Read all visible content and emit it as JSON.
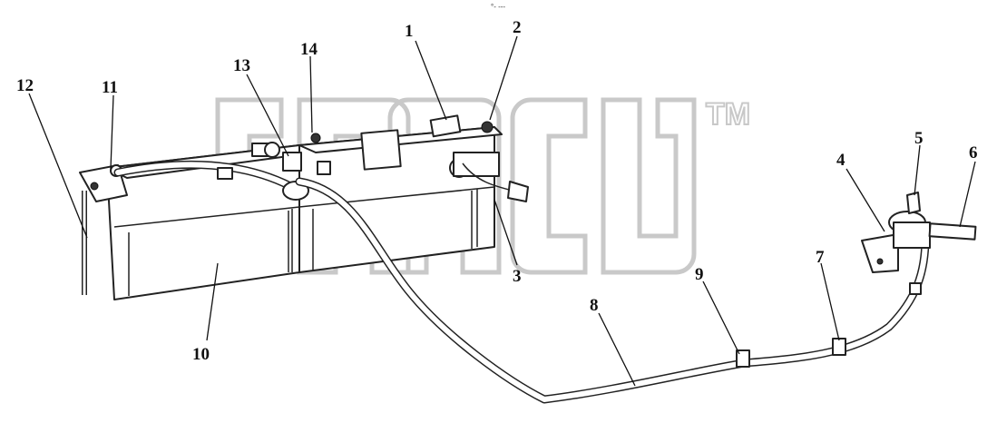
{
  "header": {
    "corner_text": "°- ---"
  },
  "watermark": {
    "trademark": "TM"
  },
  "callouts": [
    {
      "id": "1",
      "label": "1"
    },
    {
      "id": "2",
      "label": "2"
    },
    {
      "id": "3",
      "label": "3"
    },
    {
      "id": "4",
      "label": "4"
    },
    {
      "id": "5",
      "label": "5"
    },
    {
      "id": "6",
      "label": "6"
    },
    {
      "id": "7",
      "label": "7"
    },
    {
      "id": "8",
      "label": "8"
    },
    {
      "id": "9",
      "label": "9"
    },
    {
      "id": "10",
      "label": "10"
    },
    {
      "id": "11",
      "label": "11"
    },
    {
      "id": "12",
      "label": "12"
    },
    {
      "id": "13",
      "label": "13"
    },
    {
      "id": "14",
      "label": "14"
    }
  ],
  "colors": {
    "line": "#222222",
    "watermark": "#c9c9c9",
    "background": "#ffffff"
  }
}
